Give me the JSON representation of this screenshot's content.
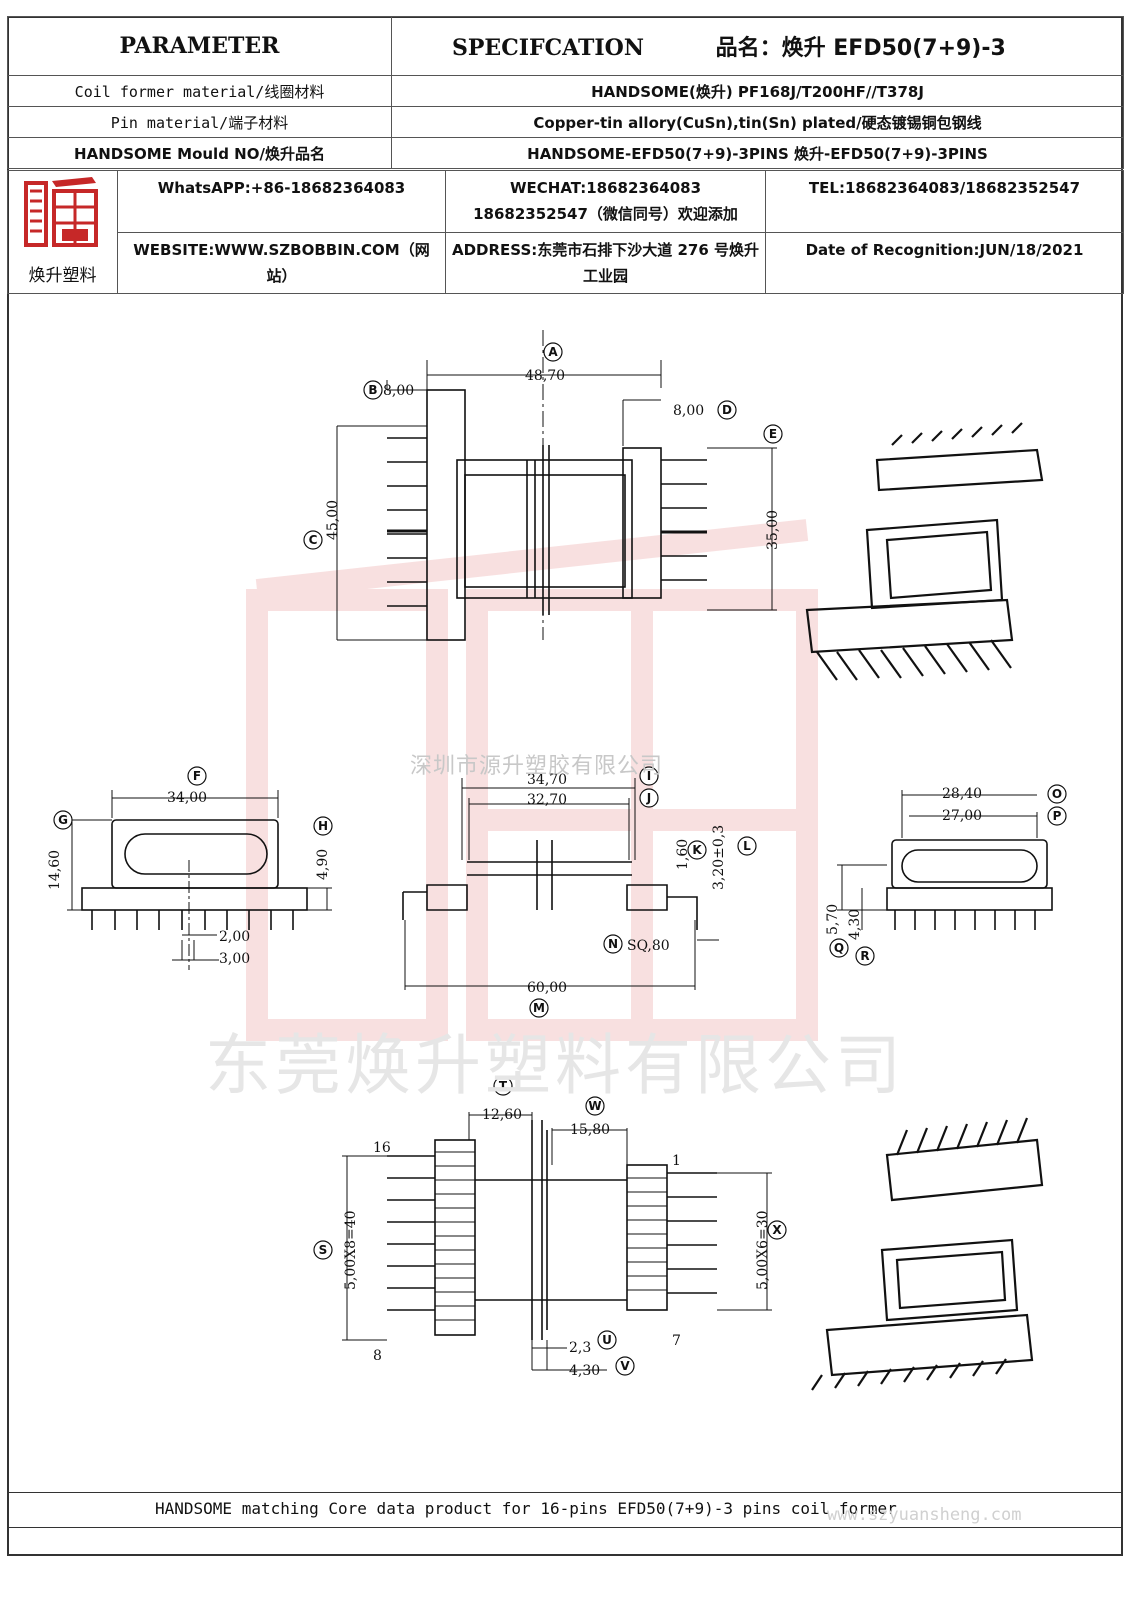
{
  "header": {
    "parameter": "PARAMETER",
    "specification": "SPECIFCATION",
    "product_name": "品名：焕升 EFD50(7+9)-3"
  },
  "rows": [
    {
      "label": "Coil former material/线圈材料",
      "value": "HANDSOME(焕升)   PF168J/T200HF//T378J"
    },
    {
      "label": "Pin material/端子材料",
      "value": "Copper-tin allory(CuSn),tin(Sn) plated/硬态镀锡铜包钢线"
    },
    {
      "label": "HANDSOME Mould NO/焕升品名",
      "value": "HANDSOME-EFD50(7+9)-3PINS    焕升-EFD50(7+9)-3PINS"
    }
  ],
  "contact": {
    "logo_name": "焕升塑料",
    "whatsapp": "WhatsAPP:+86-18682364083",
    "wechat_line1": "WECHAT:18682364083",
    "wechat_line2": "18682352547（微信同号）欢迎添加",
    "tel": "TEL:18682364083/18682352547",
    "website": "WEBSITE:WWW.SZBOBBIN.COM（网站）",
    "address": "ADDRESS:东莞市石排下沙大道 276 号焕升工业园",
    "date": "Date of Recognition:JUN/18/2021"
  },
  "watermarks": {
    "small": "深圳市源升塑胶有限公司",
    "large": "东莞焕升塑料有限公司",
    "url": "www.szyuansheng.com"
  },
  "drawing": {
    "top_view": {
      "A": "48,70",
      "B": "8,00",
      "C": "45,00",
      "D": "8,00",
      "E": "35,00"
    },
    "side_left": {
      "F": "34,00",
      "G": "14,60",
      "H": "4,90",
      "pitch1": "2,00",
      "pitch2": "3,00"
    },
    "front": {
      "I": "34,70",
      "J": "32,70",
      "K": "1,60",
      "L": "3,20±0,3",
      "N": "SQ,80",
      "M": "60,00"
    },
    "side_right": {
      "O": "28,40",
      "P": "27,00",
      "Q": "5,70",
      "R": "4,30"
    },
    "bottom": {
      "T": "12,60",
      "W": "15,80",
      "S": "5,00X8=40",
      "X": "5,00X6=30",
      "U": "2,3",
      "V": "4,30",
      "pin16": "16",
      "pin8": "8",
      "pin1": "1",
      "pin7": "7"
    },
    "letters": [
      "A",
      "B",
      "C",
      "D",
      "E",
      "F",
      "G",
      "H",
      "I",
      "J",
      "K",
      "L",
      "M",
      "N",
      "O",
      "P",
      "Q",
      "R",
      "S",
      "T",
      "U",
      "V",
      "W",
      "X"
    ]
  },
  "footer": {
    "text": "HANDSOME matching Core data  product for 16-pins EFD50(7+9)-3 pins coil former"
  },
  "colors": {
    "watermark_red": "#f4c8c8",
    "logo_red": "#c62828"
  }
}
